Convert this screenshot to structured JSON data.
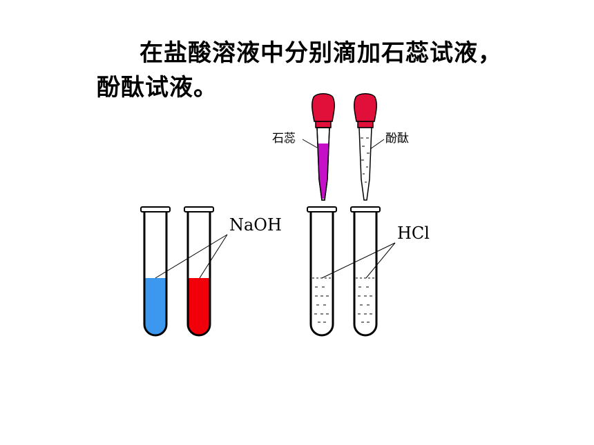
{
  "text": {
    "line1": "在盐酸溶液中分别滴加石蕊试液，",
    "line2": "酚酞试液。"
  },
  "labels": {
    "litmus": "石蕊",
    "phenolphthalein": "酚酞",
    "naoh": "NaOH",
    "hcl": "HCl"
  },
  "colors": {
    "dropper_bulb": "#e0103a",
    "litmus_liquid": "#c510c8",
    "blue_solution": "#3c97ef",
    "red_solution": "#f1000a"
  }
}
